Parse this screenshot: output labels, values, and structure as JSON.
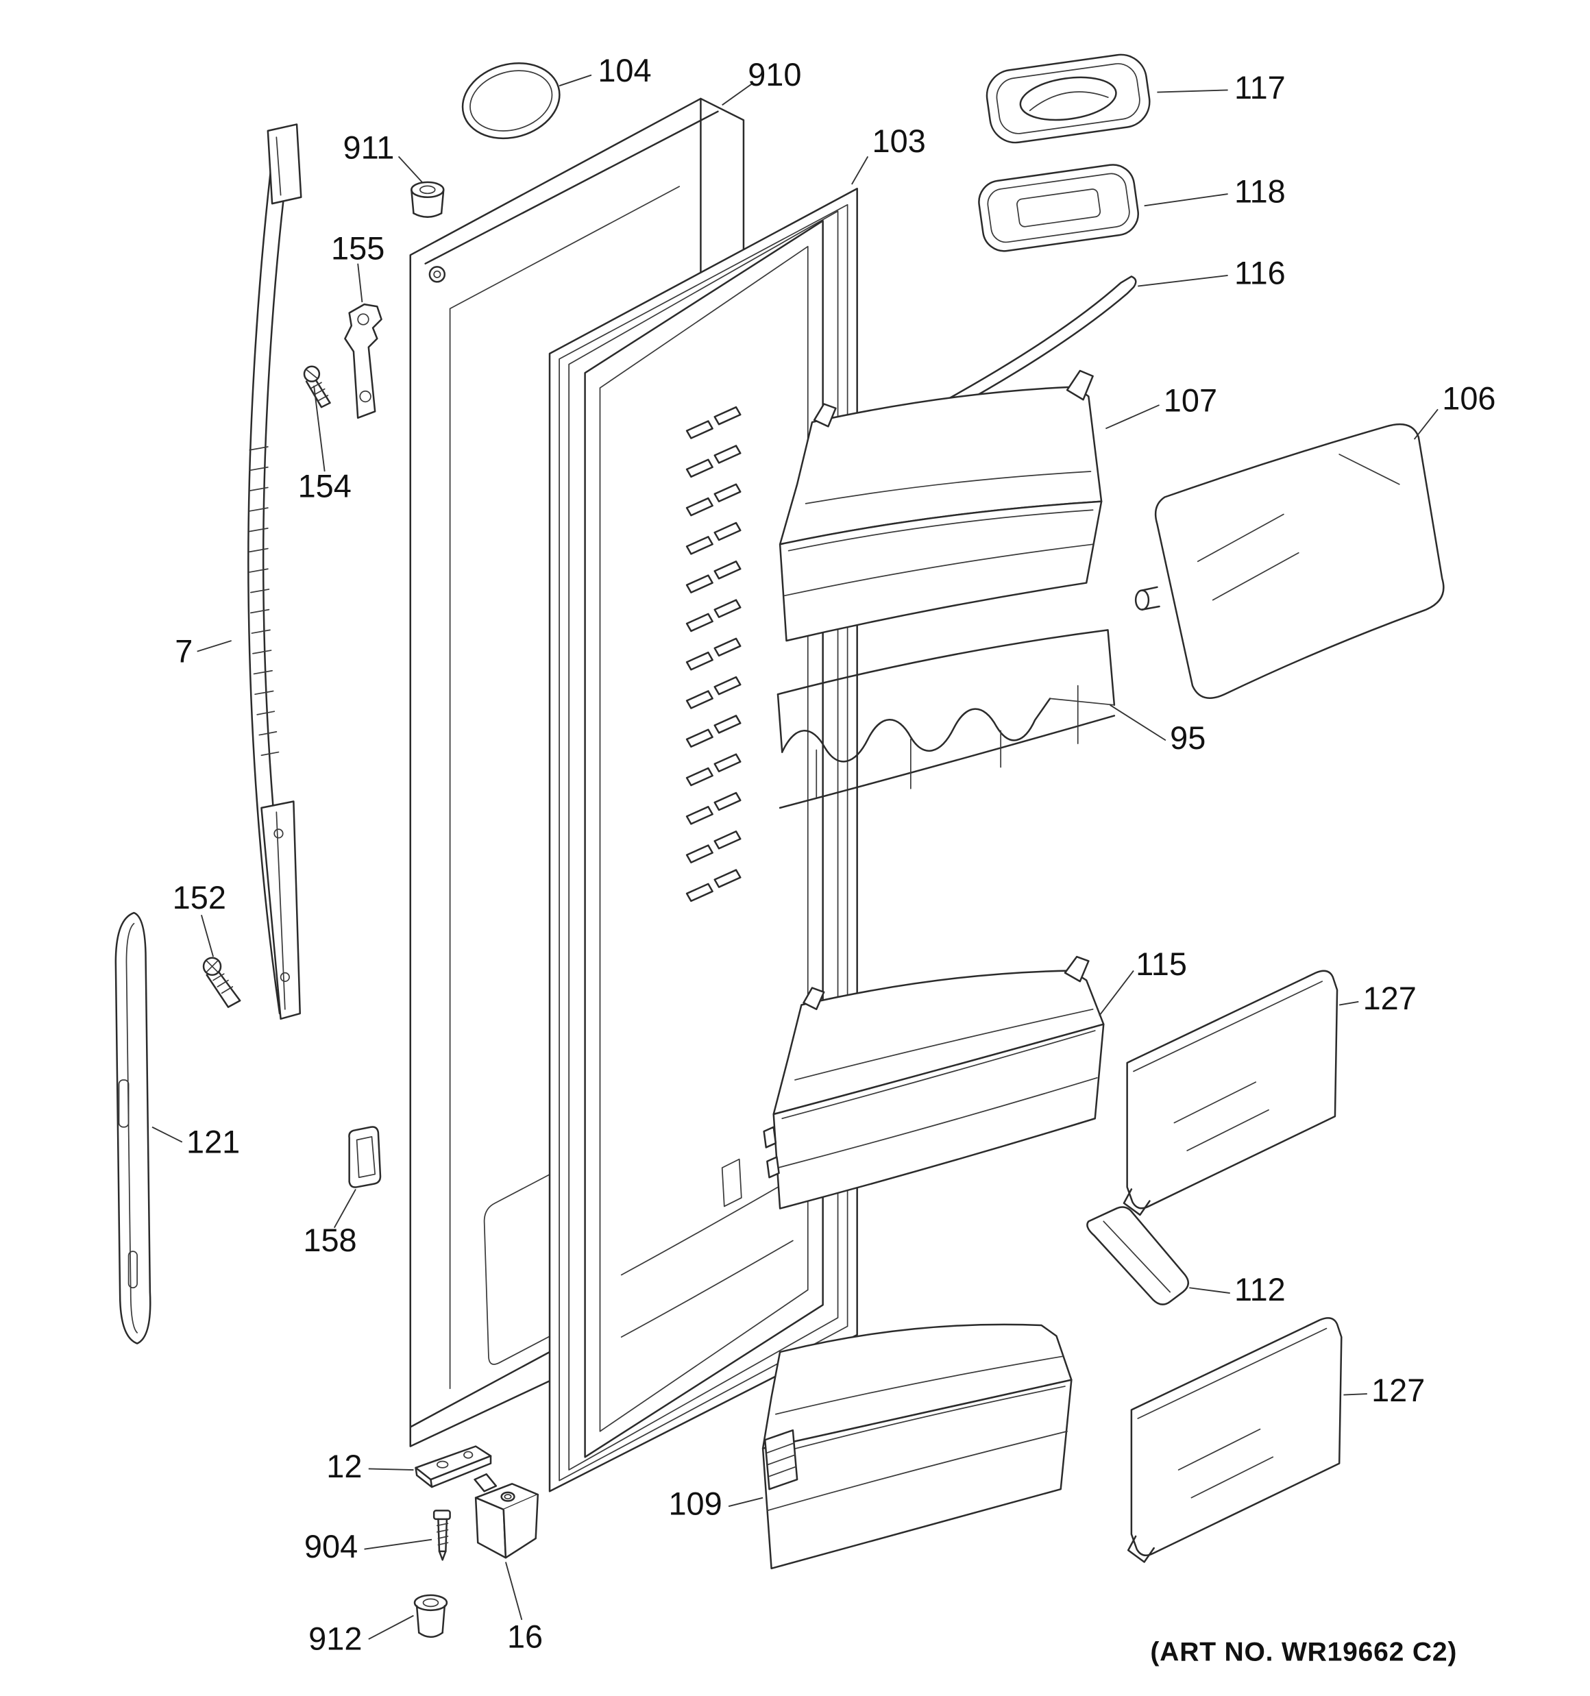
{
  "diagram": {
    "art_no": "(ART NO. WR19662 C2)",
    "background_color": "#ffffff",
    "line_color": "#2b2b2b",
    "text_color": "#111111"
  },
  "labels": {
    "p7": "7",
    "p12": "12",
    "p16": "16",
    "p95": "95",
    "p103": "103",
    "p104": "104",
    "p106": "106",
    "p107": "107",
    "p109": "109",
    "p112": "112",
    "p115": "115",
    "p116": "116",
    "p117": "117",
    "p118": "118",
    "p121": "121",
    "p127_upper": "127",
    "p127_lower": "127",
    "p152": "152",
    "p154": "154",
    "p155": "155",
    "p158": "158",
    "p904": "904",
    "p910": "910",
    "p911": "911",
    "p912": "912"
  }
}
